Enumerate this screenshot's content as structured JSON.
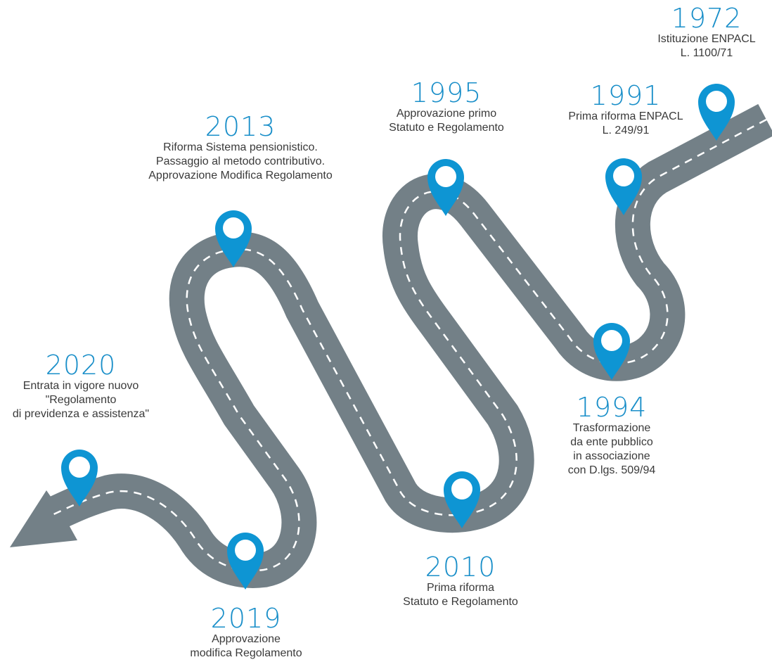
{
  "colors": {
    "road": "#738087",
    "dash": "#ffffff",
    "pin": "#0e95d3",
    "year": "#1a8fc9",
    "text": "#3a3a3a"
  },
  "milestones": [
    {
      "id": "1972",
      "year": "1972",
      "lines": [
        "Istituzione ENPACL",
        "L. 1100/71"
      ]
    },
    {
      "id": "1991",
      "year": "1991",
      "lines": [
        "Prima riforma ENPACL",
        "L. 249/91"
      ]
    },
    {
      "id": "1994",
      "year": "1994",
      "lines": [
        "Trasformazione",
        "da ente pubblico",
        "in associazione",
        "con D.lgs. 509/94"
      ]
    },
    {
      "id": "1995",
      "year": "1995",
      "lines": [
        "Approvazione primo",
        "Statuto e Regolamento"
      ]
    },
    {
      "id": "2010",
      "year": "2010",
      "lines": [
        "Prima riforma",
        "Statuto e Regolamento"
      ]
    },
    {
      "id": "2013",
      "year": "2013",
      "lines": [
        "Riforma Sistema pensionistico.",
        "Passaggio al metodo contributivo.",
        "Approvazione Modifica Regolamento"
      ]
    },
    {
      "id": "2019",
      "year": "2019",
      "lines": [
        "Approvazione",
        "modifica Regolamento"
      ]
    },
    {
      "id": "2020",
      "year": "2020",
      "lines": [
        "Entrata in vigore nuovo",
        "\"Regolamento",
        "di previdenza e assistenza\""
      ]
    }
  ],
  "pins": [
    "pin-1972",
    "pin-1991",
    "pin-1994",
    "pin-1995",
    "pin-2010",
    "pin-2013",
    "pin-2019",
    "pin-2020"
  ]
}
